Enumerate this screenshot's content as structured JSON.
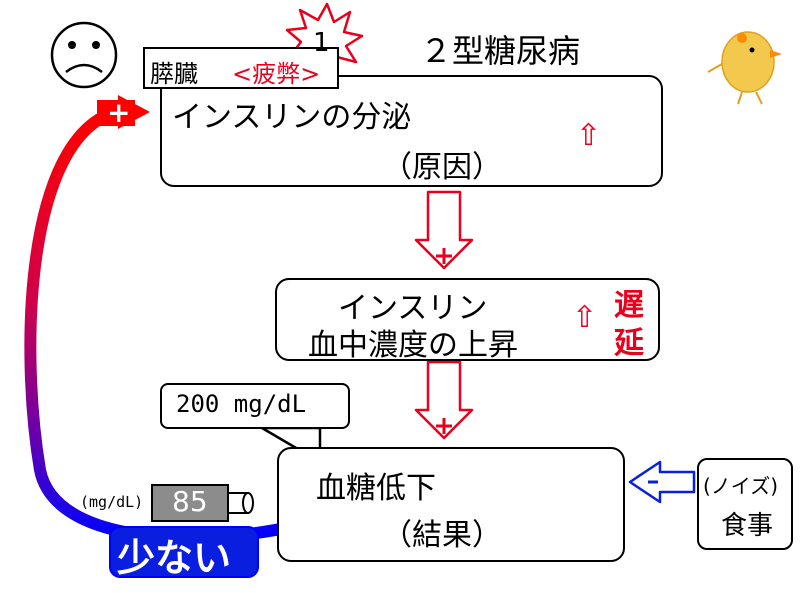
{
  "title": "２型糖尿病",
  "pancreas": {
    "label": "膵臓",
    "status": "<疲弊>",
    "badge": "1"
  },
  "secretion": {
    "line1": "インスリンの分泌",
    "line2": "（原因）",
    "arrow": "⇧"
  },
  "concentration": {
    "line1": "インスリン",
    "line2": "血中濃度の上昇",
    "arrow": "⇧",
    "delay_1": "遅",
    "delay_2": "延"
  },
  "callout": {
    "text": "200 mg/dL"
  },
  "glucose": {
    "line1": "血糖低下",
    "line2": "（結果）"
  },
  "meal": {
    "line1": "(ノイズ)",
    "line2": "食事"
  },
  "meter": {
    "unit": "(mg/dL)",
    "value": "85"
  },
  "feedback": {
    "label": "少ない",
    "plus_sign": "+",
    "minus_sign": "−"
  },
  "colors": {
    "positive": "#e8001c",
    "negative": "#0a1ee0",
    "meter_body": "#8c8c8c"
  },
  "icons": [
    "sad-face-icon",
    "starburst-icon",
    "chick-icon",
    "plus-arrow-icon",
    "down-arrow-icon",
    "left-arrow-icon"
  ]
}
